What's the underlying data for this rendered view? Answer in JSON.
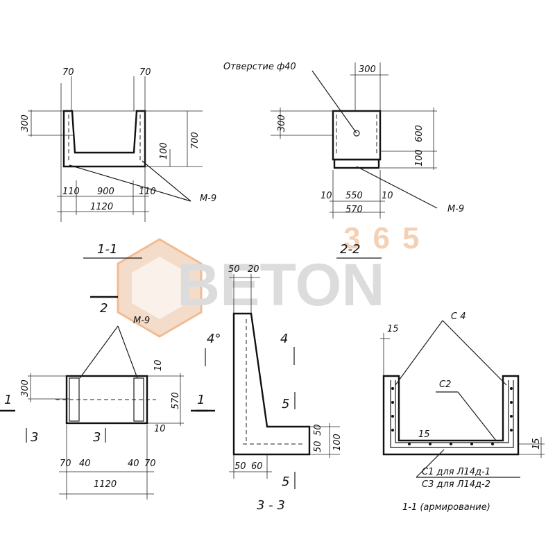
{
  "watermark": {
    "text": "BETON",
    "number": "365",
    "accent": "#f0a060",
    "gray": "#d7d7d7"
  },
  "section_1_1": {
    "title": "1-1",
    "dims": {
      "top_left": "70",
      "top_right": "70",
      "left_height": "300",
      "right_height": "700",
      "inner_step": "100",
      "bottom_left": "110",
      "bottom_mid": "900",
      "bottom_right": "110",
      "total": "1120"
    },
    "callout": "М-9"
  },
  "section_2_2": {
    "title": "2-2",
    "hole_label": "Отверстие ф40",
    "dims": {
      "top": "300",
      "left_height": "300",
      "right_height": "600",
      "bottom_step": "100",
      "bottom_left": "10",
      "bottom_mid": "550",
      "bottom_right": "10",
      "total": "570"
    },
    "callout": "М-9"
  },
  "plan_view": {
    "callout": "М-9",
    "cut_labels": {
      "cut_2": "2",
      "cut_1_left": "1",
      "cut_1_right": "1",
      "cut_3_left": "3",
      "cut_3_right": "3"
    },
    "dims": {
      "left_height": "300",
      "right_height": "570",
      "top_small": "10",
      "bottom_small": "10",
      "b_70_left": "70",
      "b_40_left": "40",
      "b_40_right": "40",
      "b_70_right": "70",
      "total": "1120"
    }
  },
  "section_3_3": {
    "dims": {
      "top_a": "50",
      "top_b": "20",
      "right_a": "50",
      "right_b": "50",
      "right_total": "100",
      "bottom_a": "50",
      "bottom_b": "60"
    },
    "cut_labels": {
      "cut_4_left": "4°",
      "cut_4_right": "4",
      "cut_5_top": "5",
      "cut_5_bottom": "5"
    },
    "caption": "3 - 3"
  },
  "reinforcement": {
    "labels": {
      "c4": "С 4",
      "c2": "С2",
      "c1": "С1  для  Л14д-1",
      "c3": "С3  для  Л14д-2"
    },
    "dims": {
      "top": "15",
      "mid": "15",
      "right": "15"
    },
    "caption": "1-1 (армирование)"
  }
}
